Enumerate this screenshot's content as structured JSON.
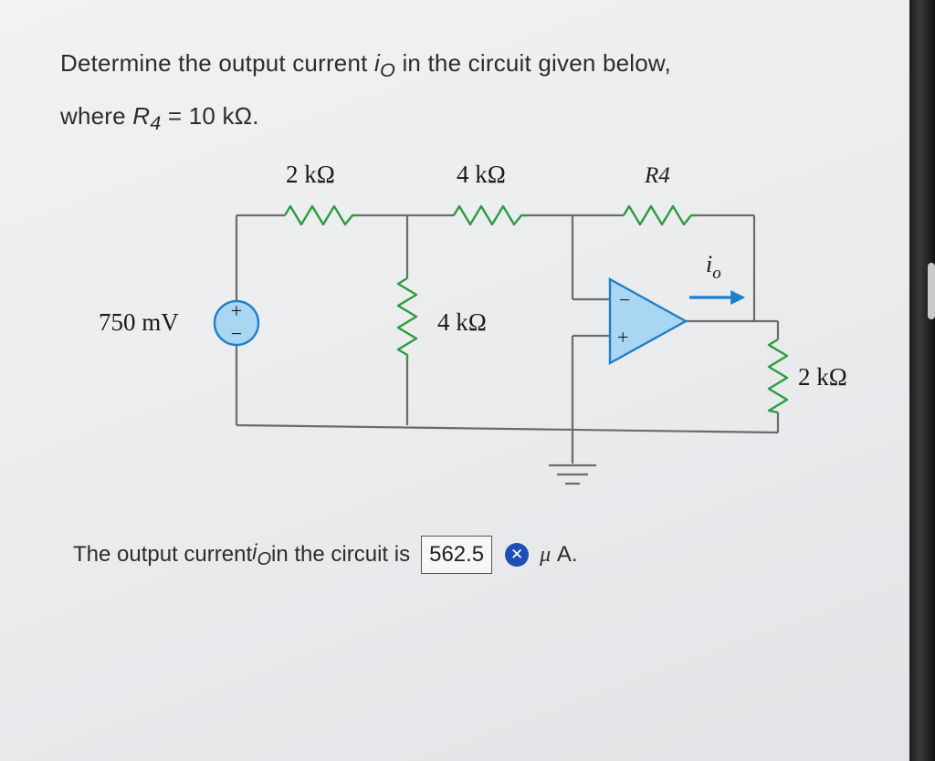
{
  "question": {
    "line1_pre": "Determine the output current ",
    "line1_var": "i",
    "line1_sub": "O",
    "line1_post": " in the circuit given below,",
    "line2_pre": "where ",
    "line2_var": "R",
    "line2_sub": "4",
    "line2_post": " = 10 kΩ."
  },
  "circuit": {
    "source_label": "750 mV",
    "source_plus": "+",
    "source_minus": "−",
    "r1_label": "2 kΩ",
    "r2_label": "4 kΩ",
    "r3_label": "4 kΩ",
    "r4_label": "R4",
    "rload_label": "2 kΩ",
    "io_var": "i",
    "io_sub": "o",
    "opamp_minus": "−",
    "opamp_plus": "+",
    "wire_color": "#6b6b6b",
    "resistor_color": "#2e9b3e",
    "source_fill": "#a9d6f2",
    "source_stroke": "#1f7fc9",
    "opamp_fill": "#a9d6f2",
    "opamp_stroke": "#1f7fc9",
    "arrow_color": "#1f7fc9"
  },
  "answer": {
    "text_pre": "The output current ",
    "var": "i",
    "sub": "O",
    "text_post": " in the circuit is",
    "value": "562.5",
    "mu": "μ",
    "unit": " A.",
    "status_color": "#1e4fb8"
  }
}
